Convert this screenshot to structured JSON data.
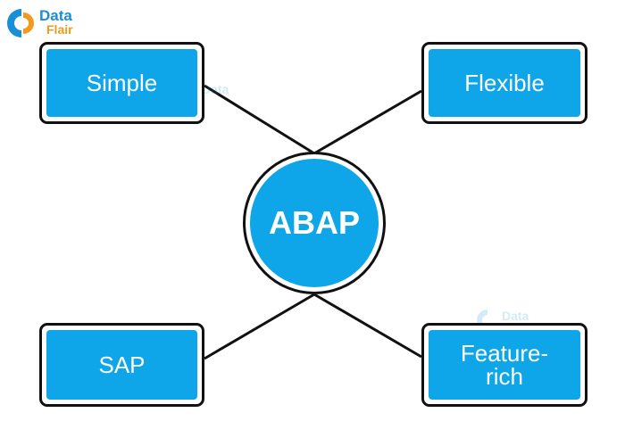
{
  "logo": {
    "word1": "Data",
    "word2": "Flair",
    "icon": "dataflair-logo-icon"
  },
  "watermark": {
    "text": "Data"
  },
  "center": {
    "label": "ABAP"
  },
  "nodes": {
    "simple": "Simple",
    "flexible": "Flexible",
    "sap": "SAP",
    "feature_rich_line1": "Feature-",
    "feature_rich_line2": "rich"
  },
  "colors": {
    "accent": "#0ea6e8",
    "border": "#111111",
    "logo_blue": "#1a8fd6",
    "logo_orange": "#f29a1f"
  }
}
